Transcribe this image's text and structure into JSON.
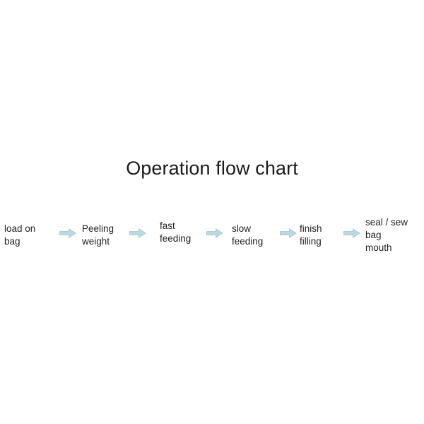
{
  "chart": {
    "title": "Operation flow chart",
    "type": "flow-diagram",
    "orientation": "horizontal",
    "background_color": "#ffffff",
    "text_color": "#222222",
    "arrow_fill_color": "#bdd8df",
    "arrow_stroke_color": "#9cc3cd",
    "arrow_icon_name": "right-block-arrow-icon",
    "step_count": 6,
    "arrow_count": 5,
    "steps": [
      {
        "index": 1,
        "label": "load on\nbag",
        "lines": [
          "load on",
          "bag"
        ]
      },
      {
        "index": 2,
        "label": "Peeling\nweight",
        "lines": [
          "Peeling",
          "weight"
        ]
      },
      {
        "index": 3,
        "label": "fast\nfeeding",
        "lines": [
          "fast",
          "feeding"
        ]
      },
      {
        "index": 4,
        "label": "slow\nfeeding",
        "lines": [
          "slow",
          "feeding"
        ]
      },
      {
        "index": 5,
        "label": "finish\nfilling",
        "lines": [
          "finish",
          "filling"
        ]
      },
      {
        "index": 6,
        "label": "seal / sew\nbag\nmouth",
        "lines": [
          "seal / sew",
          "bag",
          "mouth"
        ]
      }
    ],
    "connectors": [
      {
        "from": "load on bag",
        "to": "Peeling weight"
      },
      {
        "from": "Peeling weight",
        "to": "fast feeding"
      },
      {
        "from": "fast feeding",
        "to": "slow feeding"
      },
      {
        "from": "slow feeding",
        "to": "finish filling"
      },
      {
        "from": "finish filling",
        "to": "seal / sew bag mouth"
      }
    ]
  }
}
